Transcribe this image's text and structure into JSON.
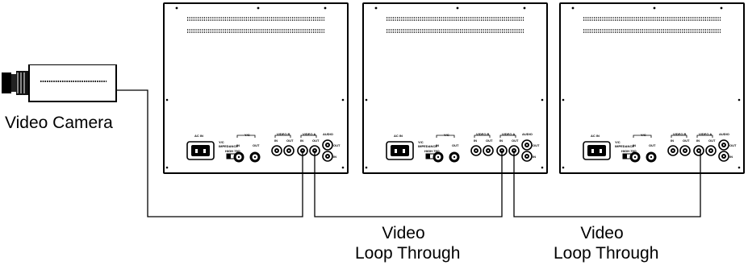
{
  "labels": {
    "camera": "Video Camera",
    "loop_1": [
      "Video",
      "Loop Through"
    ],
    "loop_2": [
      "Video",
      "Loop Through"
    ]
  },
  "panel_labels": {
    "acin": "AC IN",
    "yc_top": "Y/C",
    "impedance_1": "Y/C",
    "impedance_2": "IMPEDANCE",
    "high_75": "HIGH  75Ω",
    "video_b": "VIDEO B",
    "video_a": "VIDEO A",
    "audio": "AUDIO",
    "in": "IN",
    "out": "OUT"
  },
  "colors": {
    "line": "#000000",
    "background": "#ffffff"
  }
}
